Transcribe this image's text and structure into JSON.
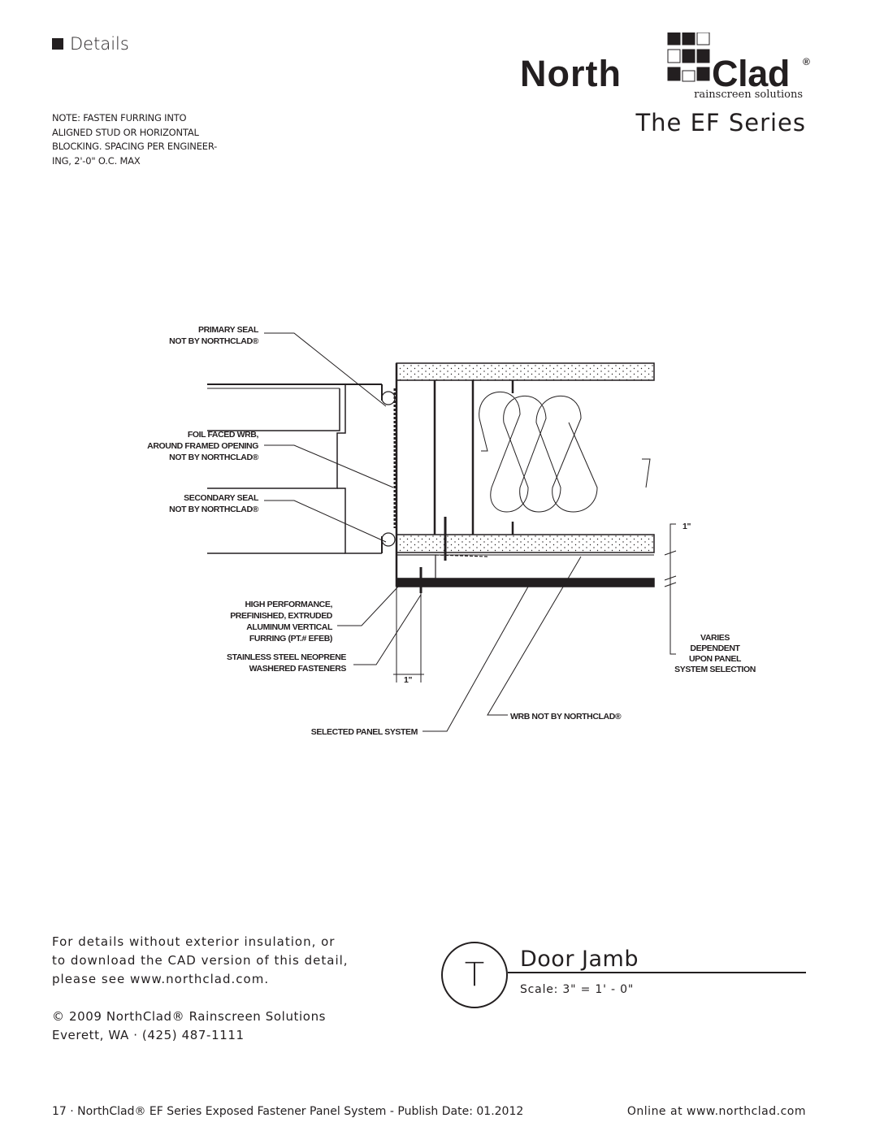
{
  "header": {
    "section_label": "Details",
    "brand_name_left": "North",
    "brand_name_right": "Clad",
    "brand_registered": "®",
    "brand_tagline": "rainscreen solutions",
    "series": "The EF Series",
    "note_lines": [
      "NOTE: FASTEN FURRING INTO",
      "ALIGNED STUD OR HORIZONTAL",
      "BLOCKING. SPACING PER ENGINEER-",
      "ING, 2'-0\" O.C. MAX"
    ]
  },
  "drawing": {
    "labels": {
      "primary_seal": [
        "PRIMARY SEAL",
        "NOT BY NORTHCLAD®"
      ],
      "foil_faced": [
        "FOIL FACED WRB,",
        "AROUND FRAMED OPENING",
        "NOT BY NORTHCLAD®"
      ],
      "secondary_seal": [
        "SECONDARY SEAL",
        "NOT BY NORTHCLAD®"
      ],
      "furring": [
        "HIGH PERFORMANCE,",
        "PREFINISHED, EXTRUDED",
        "ALUMINUM VERTICAL",
        "FURRING (PT.# EFEB)"
      ],
      "fasteners": [
        "STAINLESS STEEL NEOPRENE",
        "WASHERED FASTENERS"
      ],
      "panel": "SELECTED PANEL SYSTEM",
      "wrb": "WRB NOT BY NORTHCLAD®",
      "varies": [
        "VARIES",
        "DEPENDENT",
        "UPON PANEL",
        "SYSTEM SELECTION"
      ],
      "dim_right": "1\"",
      "dim_bottom": "1\""
    }
  },
  "info": {
    "lines": [
      "For details without exterior insulation, or",
      "to download the CAD version of this detail,",
      "please see www.northclad.com."
    ],
    "copyright": "© 2009 NorthClad® Rainscreen Solutions",
    "address": "Everett, WA · (425) 487-1111"
  },
  "detail": {
    "letter": "T",
    "title": "Door Jamb",
    "scale": "Scale: 3\" = 1' - 0\""
  },
  "footer": {
    "left": "17 · NorthClad® EF Series Exposed Fastener Panel System - Publish Date: 01.2012",
    "right": "Online at www.northclad.com"
  }
}
